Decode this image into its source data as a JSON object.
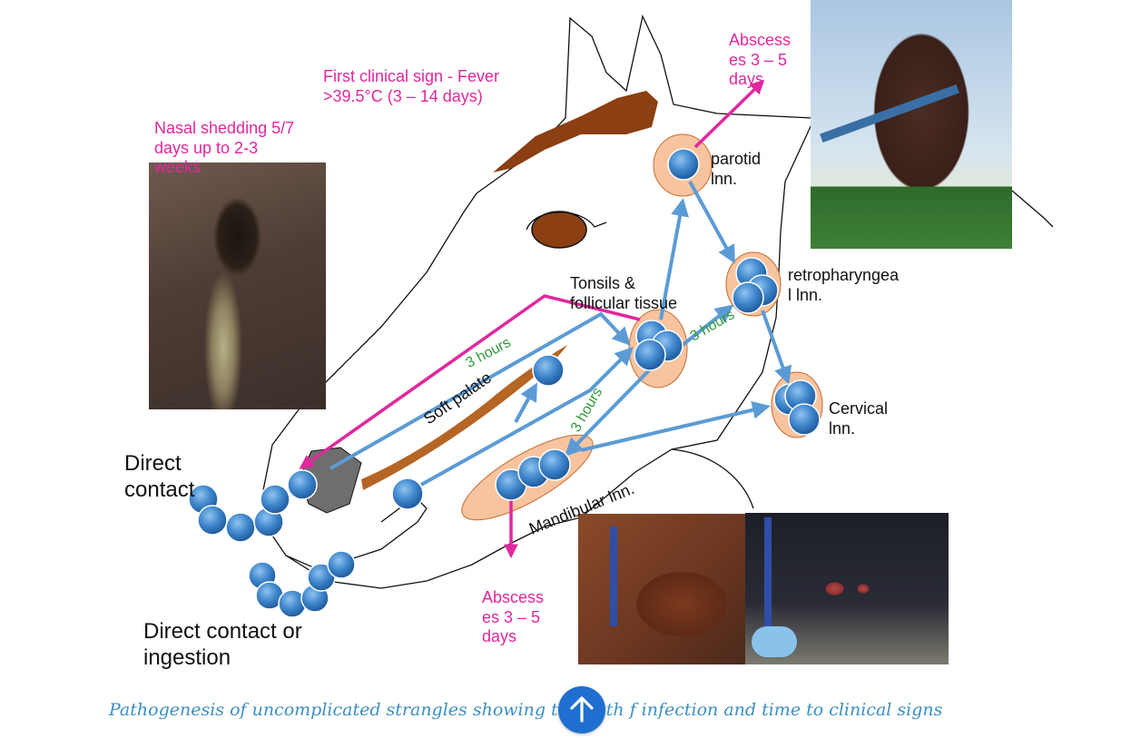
{
  "labels": {
    "nasal_shedding": "Nasal shedding 5/7\ndays up to 2-3\nweeks",
    "first_sign": "First clinical sign -  Fever\n>39.5°C (3 – 14 days)",
    "abscess_top": "Abscess\nes 3 – 5\ndays",
    "parotid": "parotid\nlnn.",
    "retropharyngeal": "retropharyngea\nl lnn.",
    "tonsils": "Tonsils &\nfollicular tissue",
    "cervical": "Cervical\nlnn.",
    "soft_palate": "Soft palate",
    "mandibular": "Mandibular lnn.",
    "direct_contact": "Direct\ncontact",
    "direct_ingestion": "Direct contact or\ningestion",
    "abscess_bottom": "Abscess\nes 3 – 5\ndays",
    "hours_1": "3 hours",
    "hours_2": "3 hours",
    "hours_3": "3 hours"
  },
  "caption": "Pathogenesis of uncomplicated strangles showing the path   f infection and time to clinical signs",
  "scroll_up_icon": "arrow-up-icon",
  "colors": {
    "pink": "#e0289e",
    "arrow_blue": "#5b9bd5",
    "node_blue": "#2f6fb5",
    "node_halo": "#f8c49f",
    "green": "#2f9b3a",
    "caption": "#3b8fc1"
  }
}
